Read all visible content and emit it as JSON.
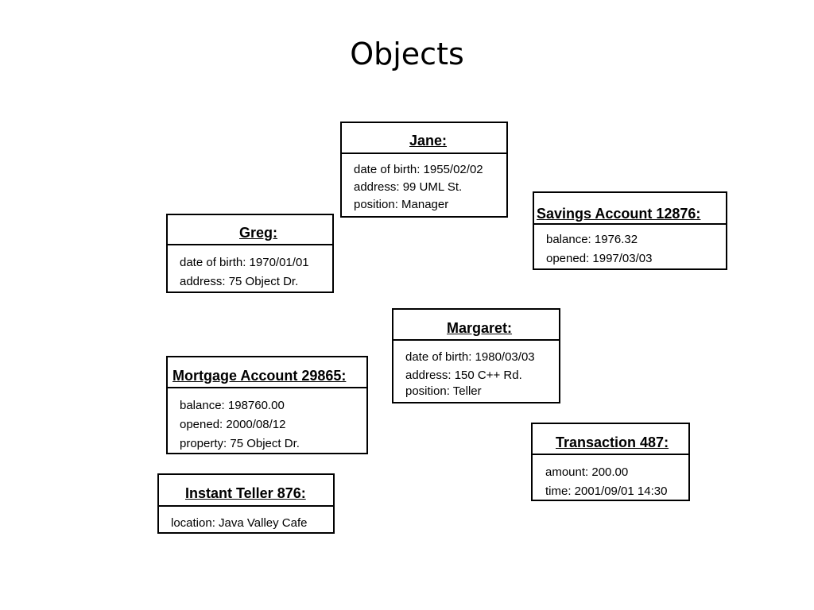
{
  "title": "Objects",
  "objects": {
    "jane": {
      "name": "Jane:",
      "attributes": [
        "date of birth: 1955/02/02",
        "address: 99 UML St.",
        "position: Manager"
      ]
    },
    "savings": {
      "name": "Savings Account 12876:",
      "attributes": [
        "balance: 1976.32",
        "opened: 1997/03/03"
      ]
    },
    "greg": {
      "name": "Greg:",
      "attributes": [
        "date of birth: 1970/01/01",
        "address: 75 Object Dr."
      ]
    },
    "margaret": {
      "name": "Margaret:",
      "attributes": [
        "date of birth: 1980/03/03",
        "address: 150 C++ Rd.",
        "position: Teller"
      ]
    },
    "mortgage": {
      "name": "Mortgage Account 29865:",
      "attributes": [
        "balance: 198760.00",
        "opened: 2000/08/12",
        "property: 75 Object Dr."
      ]
    },
    "transaction": {
      "name": "Transaction 487:",
      "attributes": [
        "amount: 200.00",
        "time: 2001/09/01 14:30"
      ]
    },
    "teller": {
      "name": "Instant Teller 876:",
      "attributes": [
        "location: Java Valley Cafe"
      ]
    }
  }
}
